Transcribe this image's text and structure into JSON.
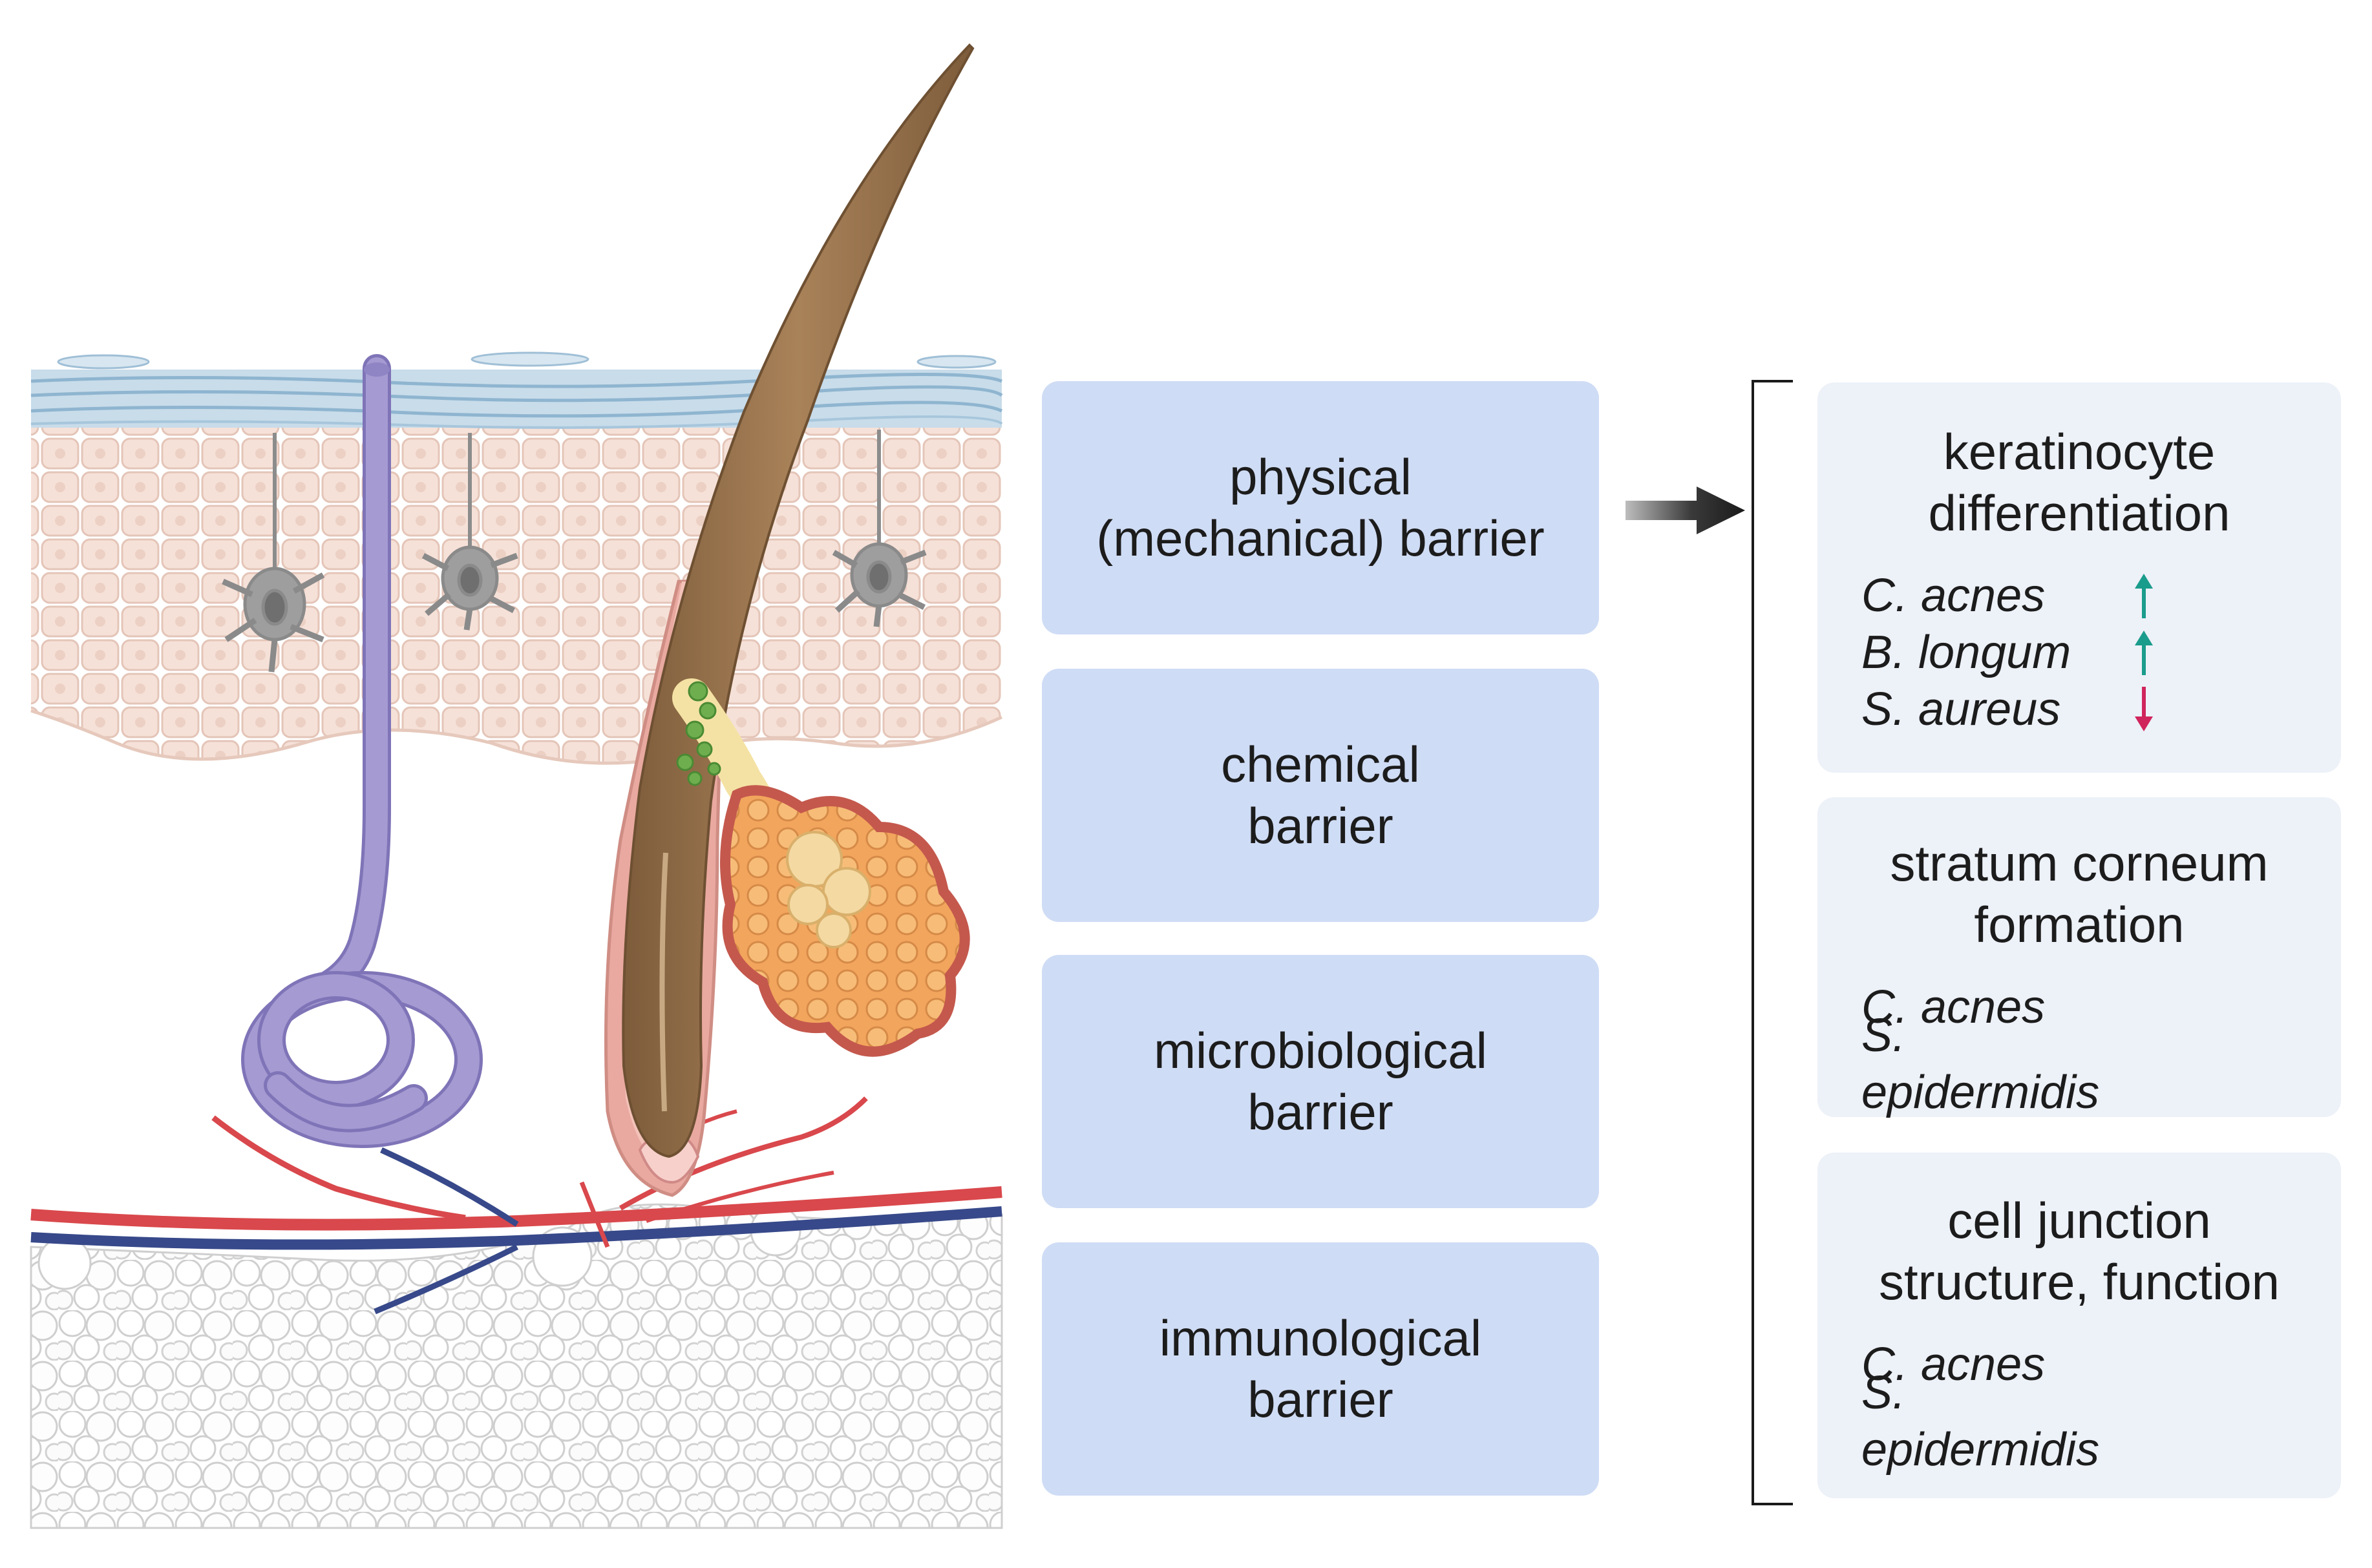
{
  "barriers": {
    "physical": [
      "physical",
      "(mechanical) barrier"
    ],
    "chemical": [
      "chemical",
      "barrier"
    ],
    "microbiological": [
      "microbiological",
      "barrier"
    ],
    "immunological": [
      "immunological",
      "barrier"
    ]
  },
  "effects": {
    "keratinocyte": {
      "title": [
        "keratinocyte",
        "differentiation"
      ],
      "items": [
        {
          "name": "C. acnes",
          "trend": "up"
        },
        {
          "name": "B. longum",
          "trend": "up"
        },
        {
          "name": "S. aureus",
          "trend": "down"
        }
      ]
    },
    "stratum": {
      "title": [
        "stratum corneum",
        "formation"
      ],
      "items": [
        {
          "name": "C. acnes"
        },
        {
          "name": "S. epidermidis"
        }
      ]
    },
    "junction": {
      "title": [
        "cell junction",
        "structure, function"
      ],
      "items": [
        {
          "name": "C. acnes"
        },
        {
          "name": "S. epidermidis"
        }
      ]
    }
  },
  "colors": {
    "barrier_box": "#cfdcf5",
    "effect_box": "#edf1f8",
    "arrow_up": "#1a9c8c",
    "arrow_down": "#d0245c",
    "hair": "#9c7750",
    "sweat_gland": "#a59ad1",
    "artery": "#d9484c",
    "vein": "#37498a"
  }
}
